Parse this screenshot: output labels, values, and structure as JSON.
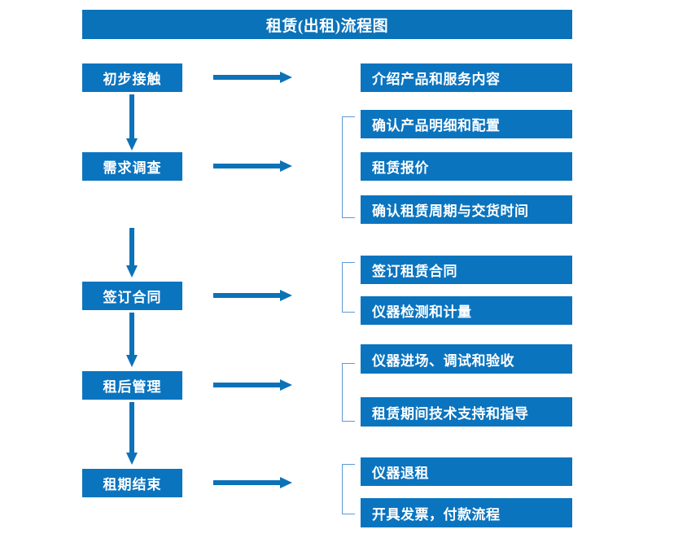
{
  "diagram": {
    "title": "租赁(出租)流程图",
    "type": "flowchart",
    "colors": {
      "box_blue": "#0b74bf",
      "title_blue": "#0a72b9",
      "arrow_blue": "#0c72b8",
      "bracket_blue": "#5b9bd5",
      "text_white": "#ffffff",
      "background": "#ffffff"
    },
    "stages": [
      {
        "label": "初步接触"
      },
      {
        "label": "需求调查"
      },
      {
        "label": "签订合同"
      },
      {
        "label": "租后管理"
      },
      {
        "label": "租期结束"
      }
    ],
    "details": [
      {
        "label": "介绍产品和服务内容"
      },
      {
        "label": "确认产品明细和配置"
      },
      {
        "label": "租赁报价"
      },
      {
        "label": "确认租赁周期与交货时间"
      },
      {
        "label": "签订租赁合同"
      },
      {
        "label": "仪器检测和计量"
      },
      {
        "label": "仪器进场、调试和验收"
      },
      {
        "label": "租赁期间技术支持和指导"
      },
      {
        "label": "仪器退租"
      },
      {
        "label": "开具发票，付款流程"
      }
    ],
    "connectors": {
      "horizontal_arrow_count": 5,
      "vertical_arrow_count": 4,
      "bracket_count": 4
    }
  }
}
